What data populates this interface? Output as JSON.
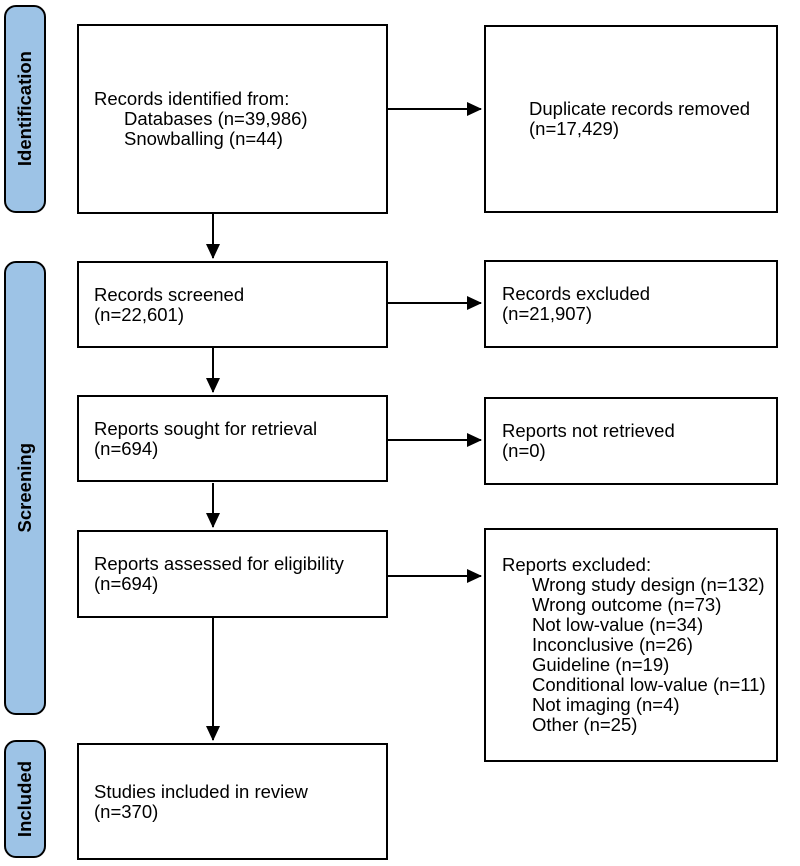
{
  "palette": {
    "stage_fill": "#9DC3E6",
    "stage_border": "#000000",
    "box_border": "#000000",
    "arrow": "#000000",
    "background": "#FFFFFF"
  },
  "stages": {
    "identification": "Identification",
    "screening": "Screening",
    "included": "Included"
  },
  "boxes": {
    "records_identified": {
      "title": "Records identified from:",
      "items": [
        "Databases (n=39,986)",
        "Snowballing (n=44)"
      ]
    },
    "duplicates_removed": {
      "lines": [
        "Duplicate records removed",
        "(n=17,429)"
      ]
    },
    "records_screened": {
      "lines": [
        "Records screened",
        "(n=22,601)"
      ]
    },
    "records_excluded": {
      "lines": [
        "Records excluded",
        "(n=21,907)"
      ]
    },
    "reports_sought": {
      "lines": [
        "Reports sought for retrieval",
        "(n=694)"
      ]
    },
    "reports_not_retrieved": {
      "lines": [
        "Reports not retrieved",
        "(n=0)"
      ]
    },
    "reports_assessed": {
      "lines": [
        "Reports assessed for eligibility",
        "(n=694)"
      ]
    },
    "reports_excluded": {
      "title": "Reports excluded:",
      "items": [
        "Wrong study design (n=132)",
        "Wrong outcome (n=73)",
        "Not low-value (n=34)",
        "Inconclusive (n=26)",
        "Guideline (n=19)",
        "Conditional low-value (n=11)",
        "Not imaging (n=4)",
        "Other (n=25)"
      ]
    },
    "studies_included": {
      "lines": [
        "Studies included in review",
        "(n=370)"
      ]
    }
  }
}
